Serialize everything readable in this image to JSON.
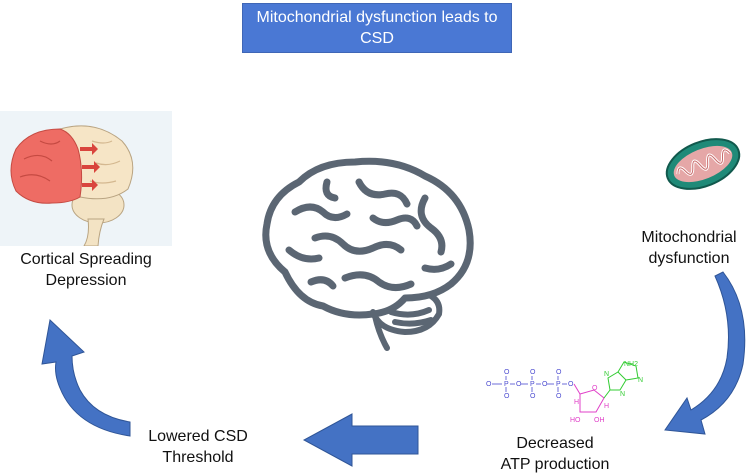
{
  "title": "Mitochondrial dysfunction leads to CSD",
  "labels": {
    "csd": [
      "Cortical Spreading",
      "Depression"
    ],
    "mito": [
      "Mitochondrial",
      "dysfunction"
    ],
    "lowered": [
      "Lowered CSD",
      "Threshold"
    ],
    "atp": [
      "Decreased",
      "ATP production"
    ]
  },
  "atp_formula": {
    "phosphate": "P",
    "oxygen": "O",
    "hydroxyl": "HO",
    "hydroxyl_right": "OH",
    "hydrogen": "H",
    "nitrogen": "N",
    "amine": "NH2"
  },
  "colors": {
    "title_fill": "#4a78d4",
    "arrow_fill": "#4472c4",
    "brain_stroke": "#5b6673",
    "phosphate_color": "#4a4ad0",
    "ribose_color": "#e040c8",
    "adenine_color": "#33cc33"
  },
  "icons": [
    "brain-icon",
    "mitochondrion-icon",
    "csd-brain-illustration",
    "atp-molecule"
  ]
}
